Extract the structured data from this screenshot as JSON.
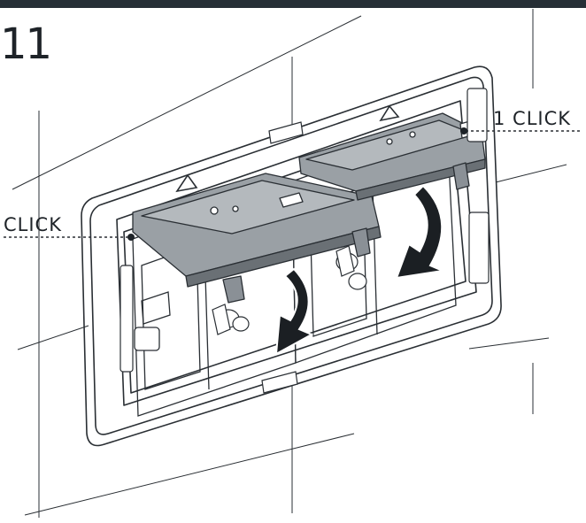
{
  "header": {
    "step_number": "11"
  },
  "callouts": {
    "left_label": "CLICK",
    "right_label": "1 CLICK"
  },
  "colors": {
    "header_bar": "#262f36",
    "ink": "#1e2328",
    "bracket_fill": "#8a9096",
    "bracket_shadow": "#5e6469",
    "arrow": "#1b1f23"
  },
  "icons": {
    "rotation_arrows": "curved-arrow-icon",
    "direction_marks": "triangle-icon"
  }
}
